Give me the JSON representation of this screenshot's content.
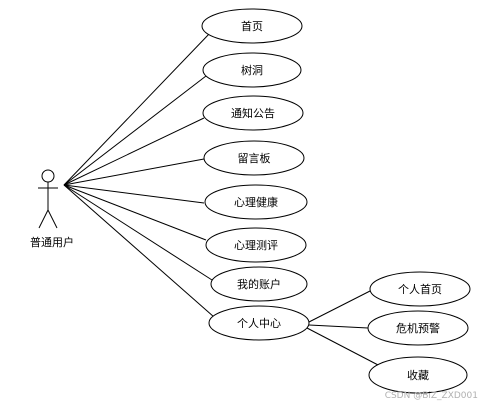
{
  "actor": {
    "label": "普通用户"
  },
  "use_cases": [
    {
      "id": "home",
      "label": "首页"
    },
    {
      "id": "treehole",
      "label": "树洞"
    },
    {
      "id": "notice",
      "label": "通知公告"
    },
    {
      "id": "message",
      "label": "留言板"
    },
    {
      "id": "health",
      "label": "心理健康"
    },
    {
      "id": "test",
      "label": "心理测评"
    },
    {
      "id": "account",
      "label": "我的账户"
    },
    {
      "id": "center",
      "label": "个人中心"
    }
  ],
  "sub_use_cases": [
    {
      "id": "personal-home",
      "label": "个人首页"
    },
    {
      "id": "crisis",
      "label": "危机预警"
    },
    {
      "id": "favorites",
      "label": "收藏"
    }
  ],
  "watermark": "CSDN @BiZ_ZXD001"
}
